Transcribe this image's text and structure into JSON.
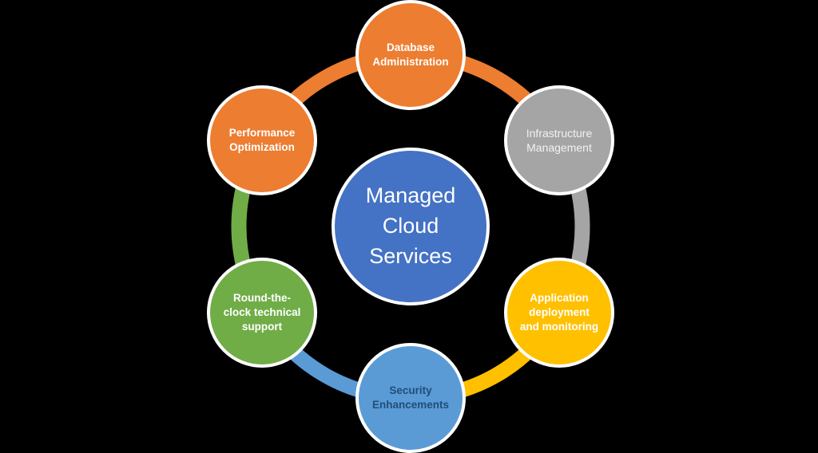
{
  "background_color": "#000000",
  "diagram": {
    "type": "cycle",
    "center": {
      "label": "Managed\nCloud\nServices",
      "color": "#4472C4",
      "text_color": "#FFFFFF"
    },
    "nodes": [
      {
        "id": "database-administration",
        "label": "Database\nAdministration",
        "color": "#ED7D31",
        "text_color": "#FFFFFF",
        "position": "top"
      },
      {
        "id": "infrastructure-management",
        "label": "Infrastructure\nManagement",
        "color": "#A5A5A5",
        "text_color": "#F2F2F2",
        "position": "top-right"
      },
      {
        "id": "application-deployment-and-monitoring",
        "label": "Application\ndeployment\nand monitoring",
        "color": "#FFC000",
        "text_color": "#FFFFFF",
        "position": "bottom-right"
      },
      {
        "id": "security-enhancements",
        "label": "Security\nEnhancements",
        "color": "#5B9BD5",
        "text_color": "#1F4E79",
        "position": "bottom"
      },
      {
        "id": "round-the-clock-technical-support",
        "label": "Round-the-\nclock technical\nsupport",
        "color": "#70AD47",
        "text_color": "#FFFFFF",
        "position": "bottom-left"
      },
      {
        "id": "performance-optimization",
        "label": "Performance\nOptimization",
        "color": "#ED7D31",
        "text_color": "#FFFFFF",
        "position": "top-left"
      }
    ],
    "arcs": [
      {
        "from": "database-administration",
        "to": "infrastructure-management",
        "color": "#ED7D31"
      },
      {
        "from": "infrastructure-management",
        "to": "application-deployment-and-monitoring",
        "color": "#A5A5A5"
      },
      {
        "from": "application-deployment-and-monitoring",
        "to": "security-enhancements",
        "color": "#FFC000"
      },
      {
        "from": "security-enhancements",
        "to": "round-the-clock-technical-support",
        "color": "#5B9BD5"
      },
      {
        "from": "round-the-clock-technical-support",
        "to": "performance-optimization",
        "color": "#70AD47"
      },
      {
        "from": "performance-optimization",
        "to": "database-administration",
        "color": "#ED7D31"
      }
    ]
  }
}
